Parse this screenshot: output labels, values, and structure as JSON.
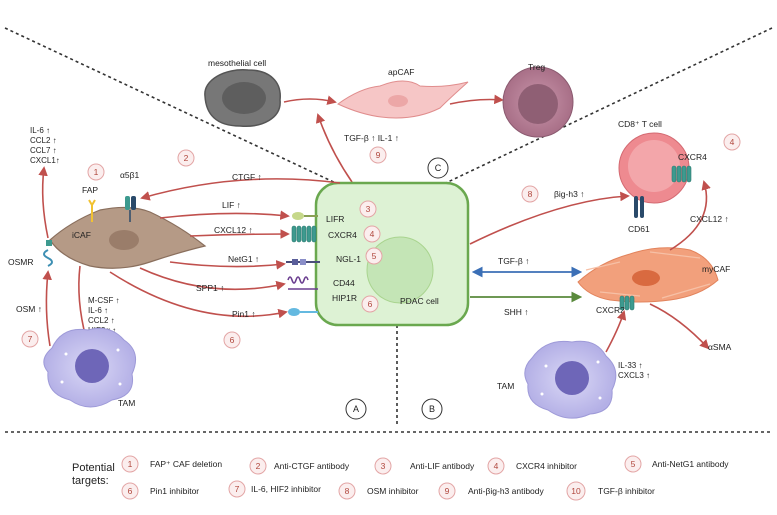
{
  "cells": {
    "mesothelial": "mesothelial cell",
    "apcaf": "apCAF",
    "treg": "Treg",
    "cd8": "CD8⁺ T cell",
    "icaf": "iCAF",
    "pdac": "PDAC cell",
    "mycaf": "myCAF",
    "tam_left": "TAM",
    "tam_right": "TAM"
  },
  "receptors": {
    "fap": "FAP",
    "a5b1": "α5β1",
    "osmr": "OSMR",
    "lifr": "LIFR",
    "cxcr4_pdac": "CXCR4",
    "ngl1": "NGL-1",
    "cd44": "CD44",
    "hip1r": "HIP1R",
    "cd61": "CD61",
    "cxcr4_t": "CXCR4",
    "cxcr2": "CXCR2"
  },
  "signals": {
    "icaf_out": [
      "IL-6 ↑",
      "CCL2 ↑",
      "CCL7 ↑",
      "CXCL1↑"
    ],
    "ctgf": "CTGF ↑",
    "lif": "LIF ↑",
    "cxcl12_left": "CXCL12 ↑",
    "netg1": "NetG1 ↑",
    "spp1": "SPP1 ↑",
    "pin1": "Pin1 ↑",
    "tgfb_il1": "TGF-β ↑ IL-1 ↑",
    "icaf_tam": [
      "M-CSF ↑",
      "IL-6 ↑",
      "CCL2 ↑",
      "HIF2α ↑"
    ],
    "osm": "OSM ↑",
    "tgfb_right": "TGF-β ↑",
    "shh": "SHH ↑",
    "big_h3": "βig-h3 ↑",
    "cxcl12_right": "CXCL12 ↑",
    "asma": "αSMA",
    "tam_right_out": [
      "IL-33 ↑",
      "CXCL3 ↑"
    ]
  },
  "badges": {
    "b1": "1",
    "b2": "2",
    "b3": "3",
    "b4_pdac": "4",
    "b4_t": "4",
    "b5": "5",
    "b6_pdac": "6",
    "b6_arrow": "6",
    "b7": "7",
    "b8": "8",
    "b9": "9"
  },
  "panels": {
    "A": "A",
    "B": "B",
    "C": "C"
  },
  "legend": {
    "title_line1": "Potential",
    "title_line2": "targets:",
    "items": [
      {
        "num": "1",
        "text": "FAP⁺ CAF deletion"
      },
      {
        "num": "2",
        "text": "Anti-CTGF antibody"
      },
      {
        "num": "3",
        "text": "Anti-LIF antibody"
      },
      {
        "num": "4",
        "text": "CXCR4 inhibitor"
      },
      {
        "num": "5",
        "text": "Anti-NetG1 antibody"
      },
      {
        "num": "6",
        "text": "Pin1 inhibitor"
      },
      {
        "num": "7",
        "text": "IL-6, HIF2 inhibitor"
      },
      {
        "num": "8",
        "text": "OSM inhibitor"
      },
      {
        "num": "9",
        "text": "Anti-βig-h3 antibody"
      },
      {
        "num": "10",
        "text": "TGF-β inhibitor"
      }
    ]
  },
  "colors": {
    "red_arrow": "#c0504d",
    "green_arrow": "#5a8a3c",
    "blue_arrow": "#3b6fb6",
    "pdac_fill": "#ddf2d4",
    "pdac_stroke": "#6aa84f",
    "icaf_fill": "#b59a86",
    "mycaf_fill": "#f2a07c",
    "tam_fill": "#c7c4ec",
    "apcaf_fill": "#f6c6c6",
    "treg_fill": "#b27c93",
    "cd8_fill": "#ee8a90",
    "receptor_teal": "#3d9a8f"
  }
}
